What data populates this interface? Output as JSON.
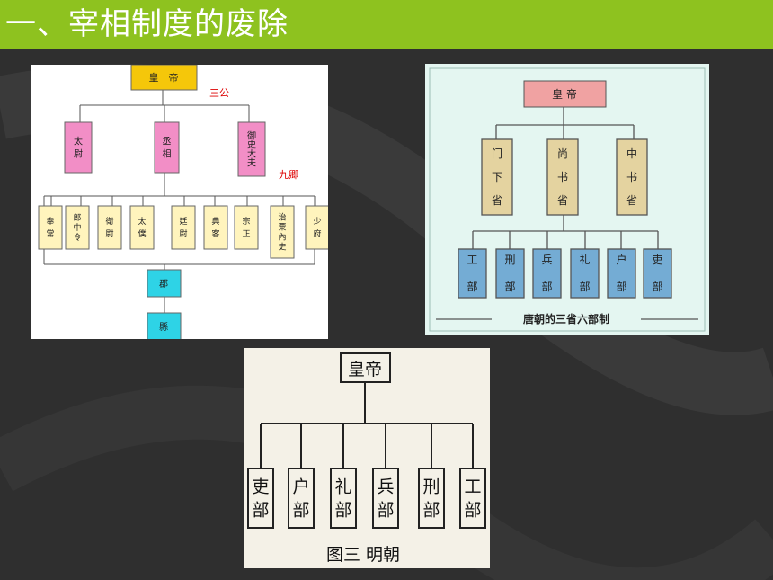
{
  "slide": {
    "title": "一、宰相制度的废除",
    "colors": {
      "title_bar": "#8ec21f",
      "background": "#2f2f2f"
    }
  },
  "qin_han": {
    "emperor": "皇　帝",
    "sangong_label": "三公",
    "jiuqing_label": "九卿",
    "sangong": [
      {
        "text": "太\n尉"
      },
      {
        "text": "丞\n相"
      },
      {
        "text": "御\n史\n大\n夫"
      }
    ],
    "jiuqing": [
      {
        "text": "奉\n常"
      },
      {
        "text": "郎\n中\n令"
      },
      {
        "text": "衛\n尉"
      },
      {
        "text": "太\n僕"
      },
      {
        "text": "廷\n尉"
      },
      {
        "text": "典\n客"
      },
      {
        "text": "宗\n正"
      },
      {
        "text": "治\n粟\n內\n史"
      },
      {
        "text": "少\n府"
      }
    ],
    "jun": "郡",
    "xian": "縣"
  },
  "tang": {
    "emperor": "皇 帝",
    "sheng": [
      {
        "text": "门\n下\n省"
      },
      {
        "text": "尚\n书\n省"
      },
      {
        "text": "中\n书\n省"
      }
    ],
    "bu": [
      {
        "text": "工\n\n部"
      },
      {
        "text": "刑\n\n部"
      },
      {
        "text": "兵\n\n部"
      },
      {
        "text": "礼\n\n部"
      },
      {
        "text": "户\n\n部"
      },
      {
        "text": "吏\n\n部"
      }
    ],
    "caption": "唐朝的三省六部制"
  },
  "ming": {
    "emperor": "皇帝",
    "bu": [
      {
        "text": "吏\n部"
      },
      {
        "text": "户\n部"
      },
      {
        "text": "礼\n部"
      },
      {
        "text": "兵\n部"
      },
      {
        "text": "刑\n部"
      },
      {
        "text": "工\n部"
      }
    ],
    "caption": "图三 明朝"
  }
}
